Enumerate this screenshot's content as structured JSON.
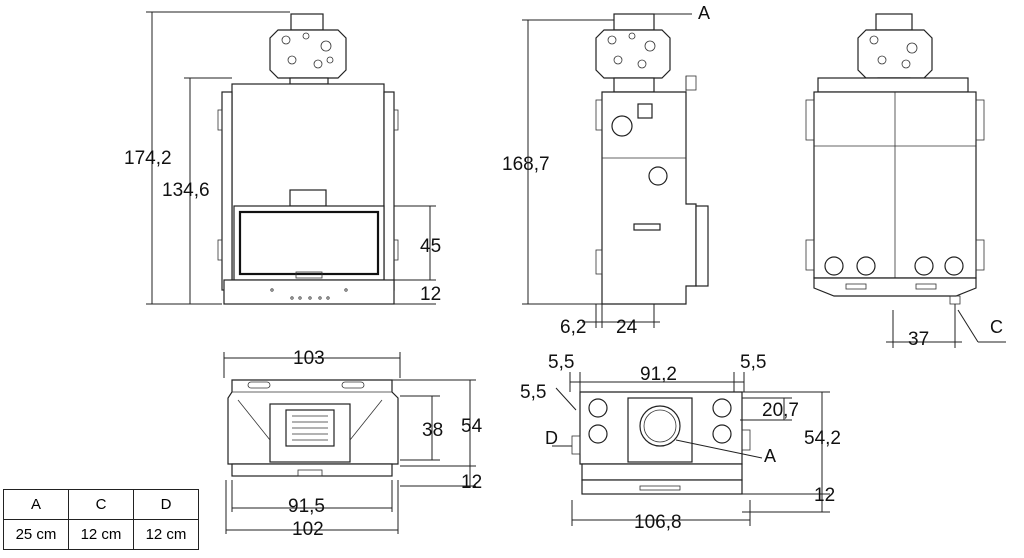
{
  "front_view": {
    "height_total": "174,2",
    "height_body": "134,6",
    "glass_height": "45",
    "base_offset": "12"
  },
  "side_view": {
    "height": "168,7",
    "label_a": "A",
    "offset_bottom": "6,2",
    "depth_24": "24"
  },
  "back_view": {
    "spacing": "37",
    "label_c": "C"
  },
  "top_view_front": {
    "width_top": "103",
    "depth_38": "38",
    "depth_54": "54",
    "offset_12": "12",
    "width_91_5": "91,5",
    "width_102": "102"
  },
  "top_view_rear": {
    "margin_left": "5,5",
    "width_91_2": "91,2",
    "margin_right": "5,5",
    "margin_side": "5,5",
    "offset_20_7": "20,7",
    "depth_54_2": "54,2",
    "label_d": "D",
    "label_a": "A",
    "offset_12": "12",
    "width_106_8": "106,8"
  },
  "legend": {
    "headers": [
      "A",
      "C",
      "D"
    ],
    "values": [
      "25 cm",
      "12 cm",
      "12 cm"
    ]
  }
}
